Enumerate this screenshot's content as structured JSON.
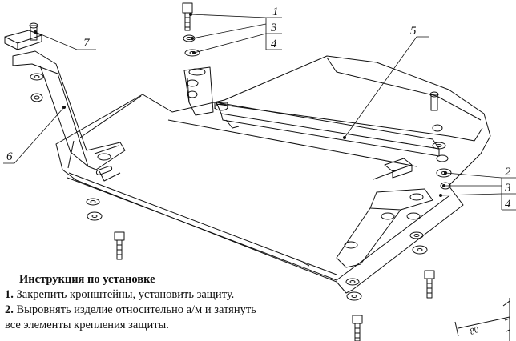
{
  "callouts": {
    "c1": "1",
    "c3a": "3",
    "c4a": "4",
    "c2": "2",
    "c3b": "3",
    "c4b": "4",
    "c5": "5",
    "c6": "6",
    "c7": "7"
  },
  "dimension": {
    "label": "80"
  },
  "instructions": {
    "title": "Инструкция по установке",
    "step1_num": "1.",
    "step1_text": " Закрепить кронштейны, установить защиту.",
    "step2_num": "2.",
    "step2_text": " Выровнять изделие относительно а/м и затянуть",
    "step2_cont": "все элементы крепления защиты."
  }
}
